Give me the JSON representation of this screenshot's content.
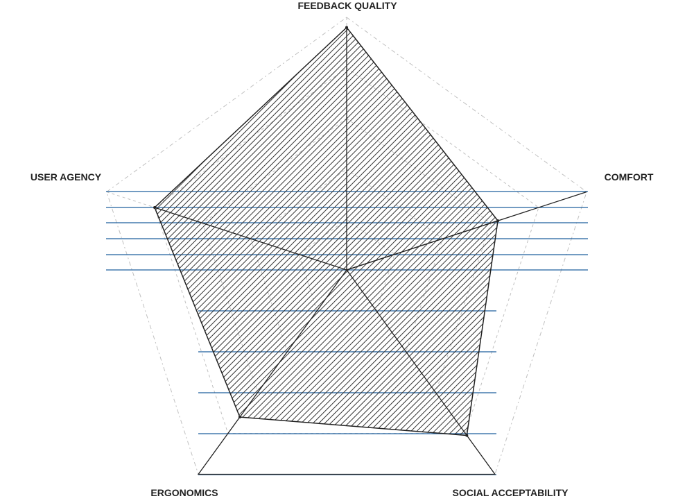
{
  "chart_data": {
    "type": "radar",
    "axes": [
      "FEEDBACK QUALITY",
      "COMFORT",
      "SOCIAL ACCEPTABILITY",
      "ERGONOMICS",
      "USER AGENCY"
    ],
    "rmax": 10,
    "rings": [
      2,
      4,
      6,
      8,
      10
    ],
    "series": [
      {
        "values": [
          9.6,
          6.3,
          8.1,
          7.2,
          8.0
        ],
        "fill": "hatched"
      }
    ],
    "grid": true,
    "colors": {
      "grid": "#c0c0c0",
      "outline": "#222222",
      "hatch": "#333333",
      "guide": "#1f5f9e",
      "label": "#222222"
    }
  }
}
